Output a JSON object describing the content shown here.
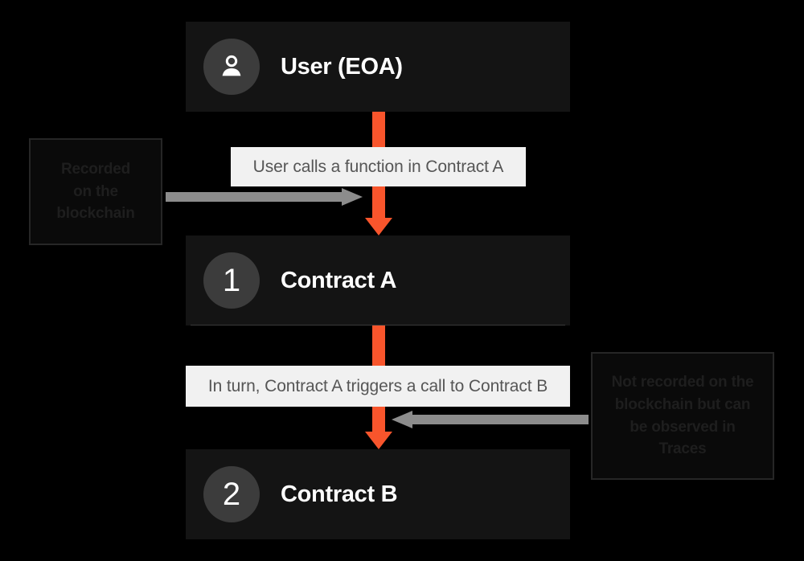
{
  "diagram": {
    "background_color": "#000000",
    "accent_color": "#f8552c",
    "node_color": "#141414",
    "chip_color": "#f1f1f1",
    "gray_arrow_color": "#8c8c8c",
    "badge_color": "#3c3c3c"
  },
  "nodes": [
    {
      "id": "user",
      "label": "User (EOA)",
      "badge": "",
      "icon": "user-icon"
    },
    {
      "id": "contract-a",
      "label": "Contract A",
      "badge": "1",
      "icon": ""
    },
    {
      "id": "contract-b",
      "label": "Contract B",
      "badge": "2",
      "icon": ""
    }
  ],
  "captions": [
    {
      "id": "caption-1",
      "text": "User calls a function in Contract A"
    },
    {
      "id": "caption-2",
      "text": "In turn, Contract A triggers a call to Contract B"
    }
  ],
  "annotations": [
    {
      "id": "annotation-left",
      "text": "Recorded on the blockchain",
      "line1": "Recorded",
      "line2": "on the",
      "line3": "blockchain",
      "points": "right"
    },
    {
      "id": "annotation-right",
      "text": "Not recorded on the blockchain but can be observed in Traces",
      "line1": "Not recorded on the",
      "line2": "blockchain but can",
      "line3": "be observed in",
      "line4": "Traces",
      "points": "left"
    }
  ],
  "arrows": {
    "flow_1": "arrow-user-to-contract-a",
    "flow_2": "arrow-contract-a-to-contract-b",
    "pointer_left": "arrow-annotation-left-to-flow",
    "pointer_right": "arrow-annotation-right-to-flow"
  }
}
